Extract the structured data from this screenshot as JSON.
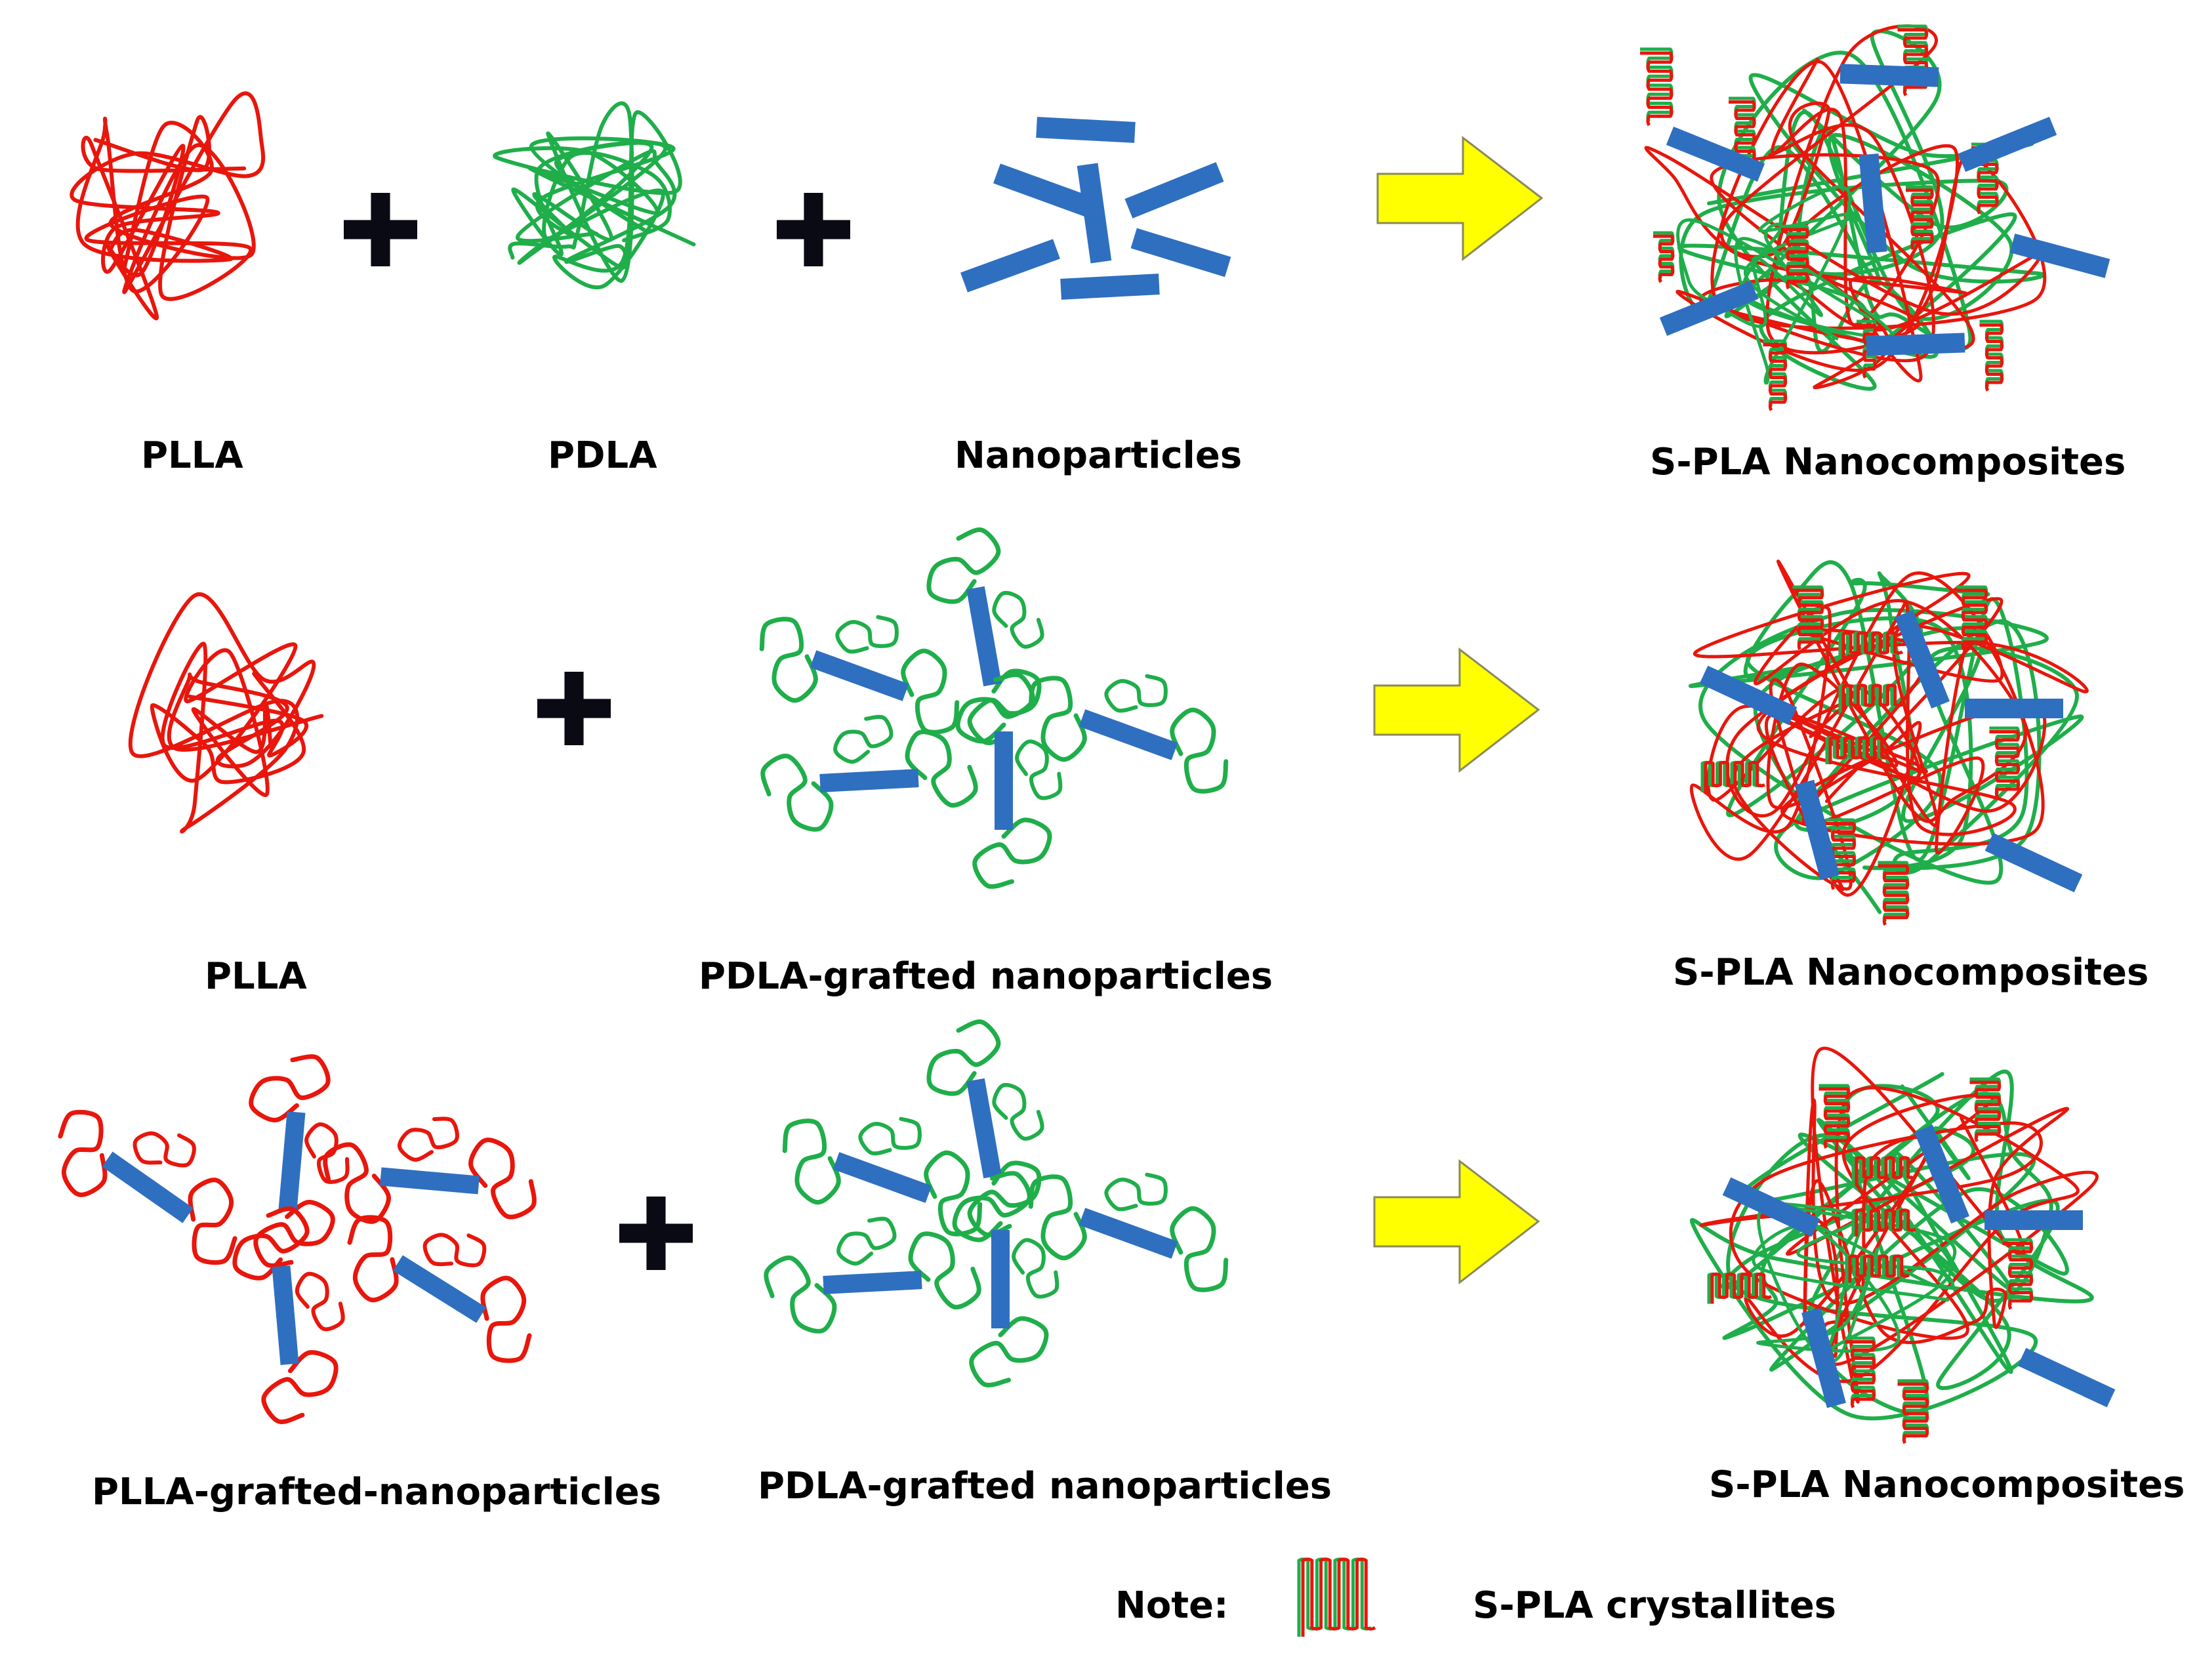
{
  "labels": {
    "row1": {
      "plla": "PLLA",
      "pdla": "PDLA",
      "nanoparticles": "Nanoparticles",
      "result": "S-PLA Nanocomposites"
    },
    "row2": {
      "plla": "PLLA",
      "pdla_grafted": "PDLA-grafted nanoparticles",
      "result": "S-PLA Nanocomposites"
    },
    "row3": {
      "plla_grafted": "PLLA-grafted-nanoparticles",
      "pdla_grafted": "PDLA-grafted nanoparticles",
      "result": "S-PLA Nanocomposites"
    },
    "note": {
      "prefix": "Note:",
      "text": "S-PLA crystallites"
    }
  },
  "colors": {
    "plla_chain": "#e8160c",
    "pdla_chain": "#1fae4a",
    "nanoparticle": "#2f6fc0",
    "arrow_fill": "#ffff00",
    "arrow_stroke": "#8a8a5a",
    "plus": "#0a0a14"
  }
}
